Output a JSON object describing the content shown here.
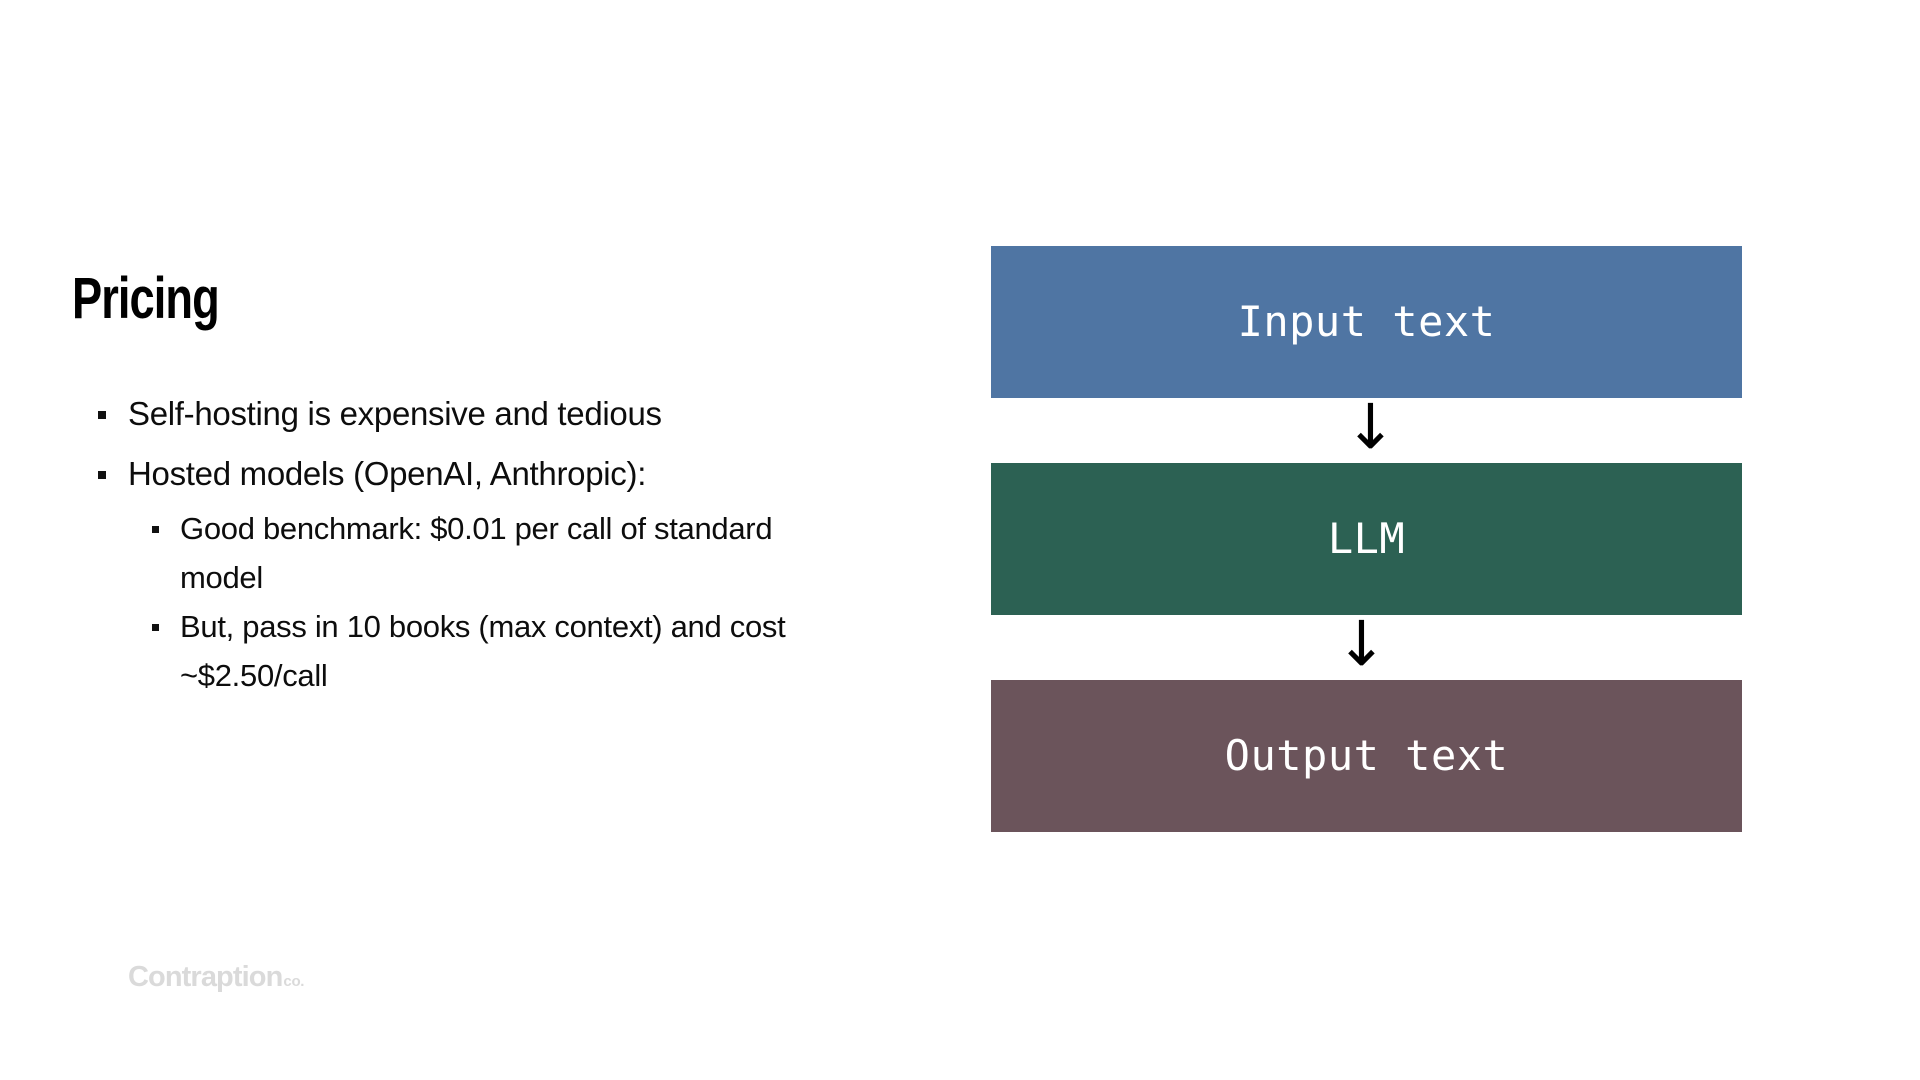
{
  "slide": {
    "title": "Pricing",
    "background_color": "#ffffff"
  },
  "bullets": [
    {
      "level": 1,
      "text": "Self-hosting is expensive and tedious"
    },
    {
      "level": 1,
      "text": "Hosted models (OpenAI, Anthropic):"
    },
    {
      "level": 2,
      "text": "Good benchmark: $0.01 per call of standard model"
    },
    {
      "level": 2,
      "text": "But, pass in 10 books (max context) and cost ~$2.50/call"
    }
  ],
  "diagram": {
    "type": "flow",
    "direction": "vertical",
    "arrow_glyph": "↓",
    "boxes": [
      {
        "label": "Input text",
        "color": "#4f75a3",
        "text_color": "#ffffff"
      },
      {
        "label": "LLM",
        "color": "#2c6153",
        "text_color": "#ffffff"
      },
      {
        "label": "Output text",
        "color": "#6b545b",
        "text_color": "#ffffff"
      }
    ]
  },
  "logo": {
    "mark": "Contraption",
    "suffix": "co.",
    "color": "#dadada"
  }
}
